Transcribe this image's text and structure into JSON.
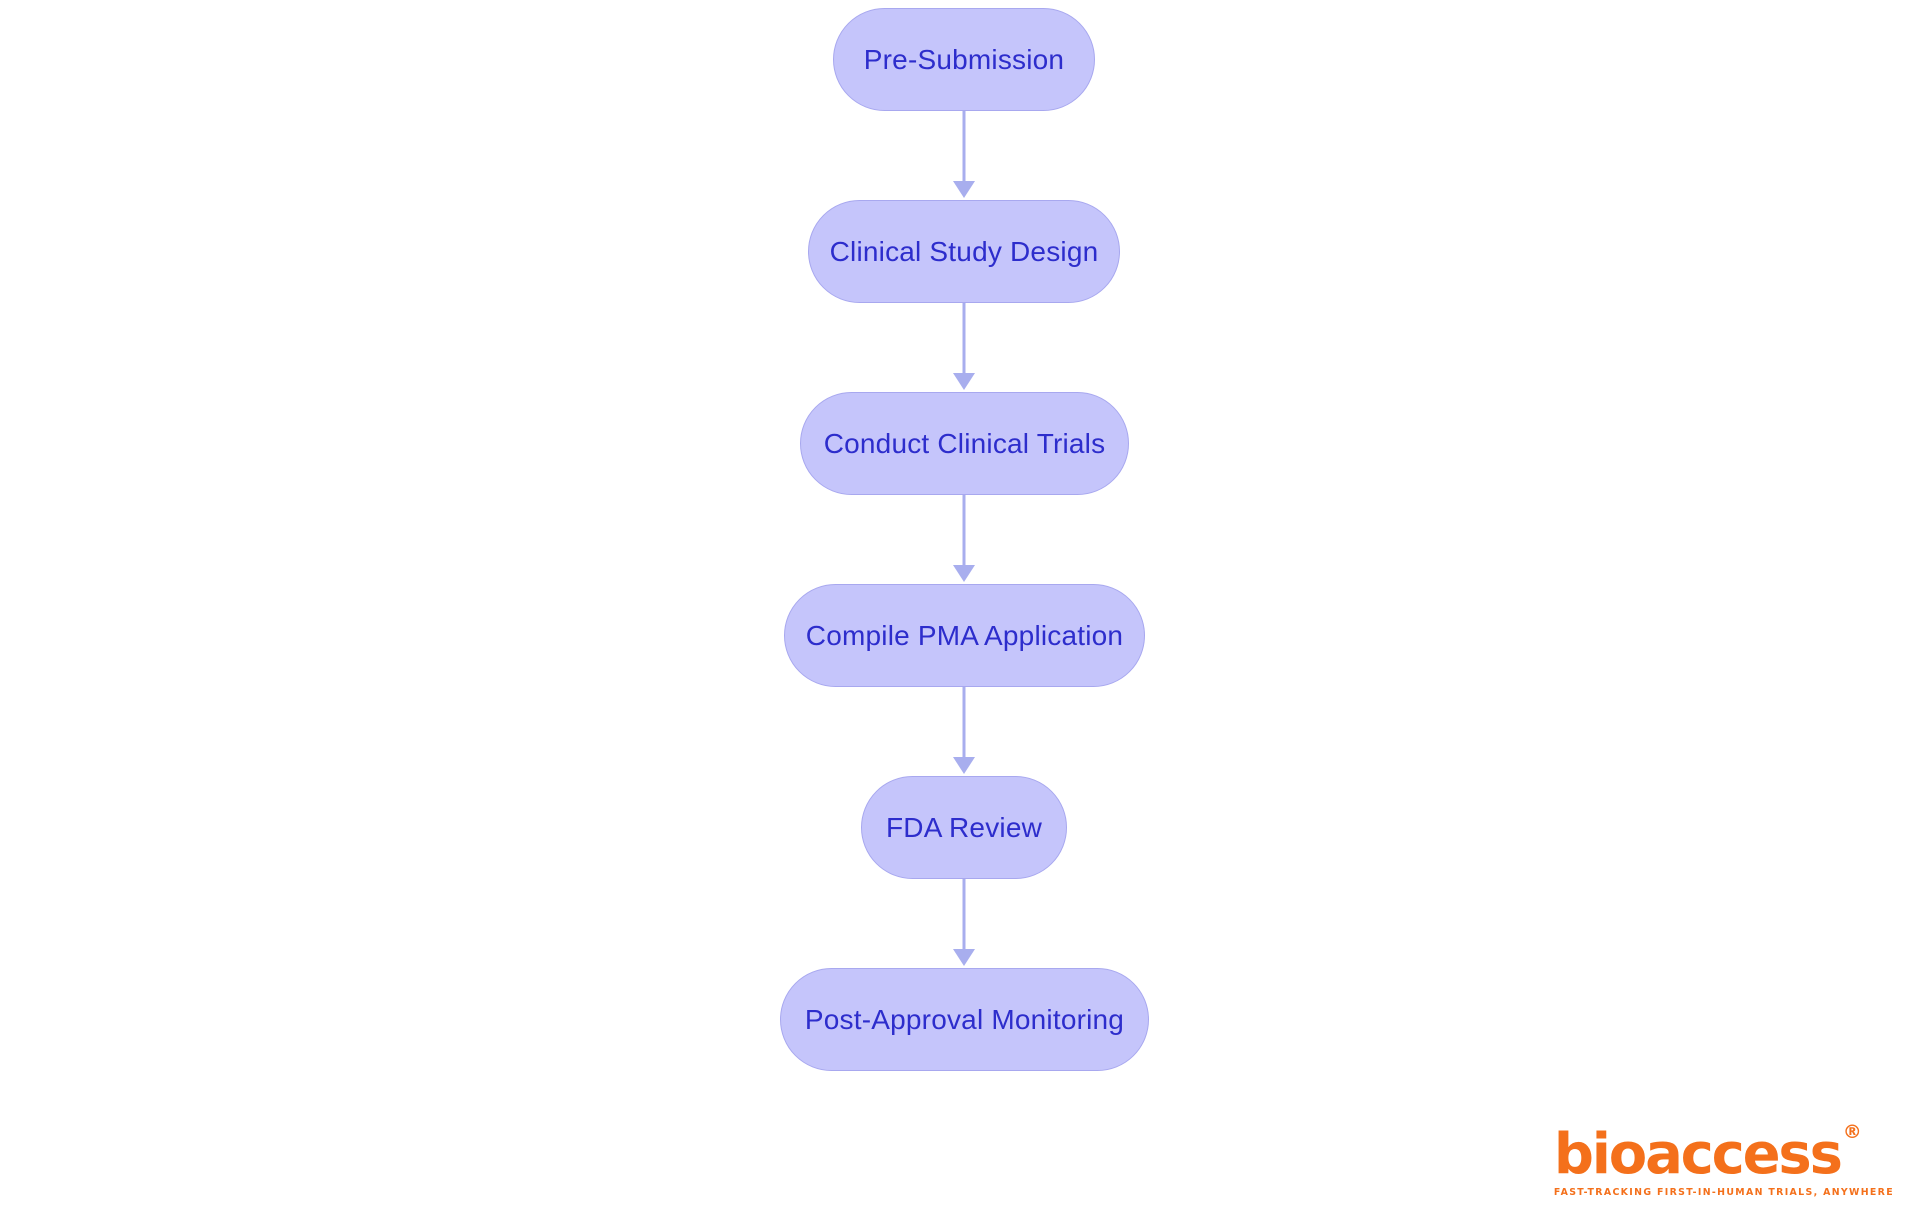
{
  "diagram": {
    "type": "flowchart",
    "orientation": "vertical",
    "colors": {
      "node_fill": "#c5c5fb",
      "node_border": "#a8a8ef",
      "node_text": "#2d2dcc",
      "connector": "#a8aeee",
      "background": "#ffffff"
    },
    "nodes": [
      {
        "id": "pre-submission",
        "label": "Pre-Submission"
      },
      {
        "id": "clinical-study-design",
        "label": "Clinical Study Design"
      },
      {
        "id": "conduct-clinical-trials",
        "label": "Conduct Clinical Trials"
      },
      {
        "id": "compile-pma-application",
        "label": "Compile PMA Application"
      },
      {
        "id": "fda-review",
        "label": "FDA Review"
      },
      {
        "id": "post-approval-monitoring",
        "label": "Post-Approval Monitoring"
      }
    ],
    "edges": [
      {
        "from": "pre-submission",
        "to": "clinical-study-design"
      },
      {
        "from": "clinical-study-design",
        "to": "conduct-clinical-trials"
      },
      {
        "from": "conduct-clinical-trials",
        "to": "compile-pma-application"
      },
      {
        "from": "compile-pma-application",
        "to": "fda-review"
      },
      {
        "from": "fda-review",
        "to": "post-approval-monitoring"
      }
    ]
  },
  "brand": {
    "name": "bioaccess",
    "registered_mark": "®",
    "tagline": "FAST-TRACKING FIRST-IN-HUMAN TRIALS, ANYWHERE",
    "color": "#f4701b"
  }
}
